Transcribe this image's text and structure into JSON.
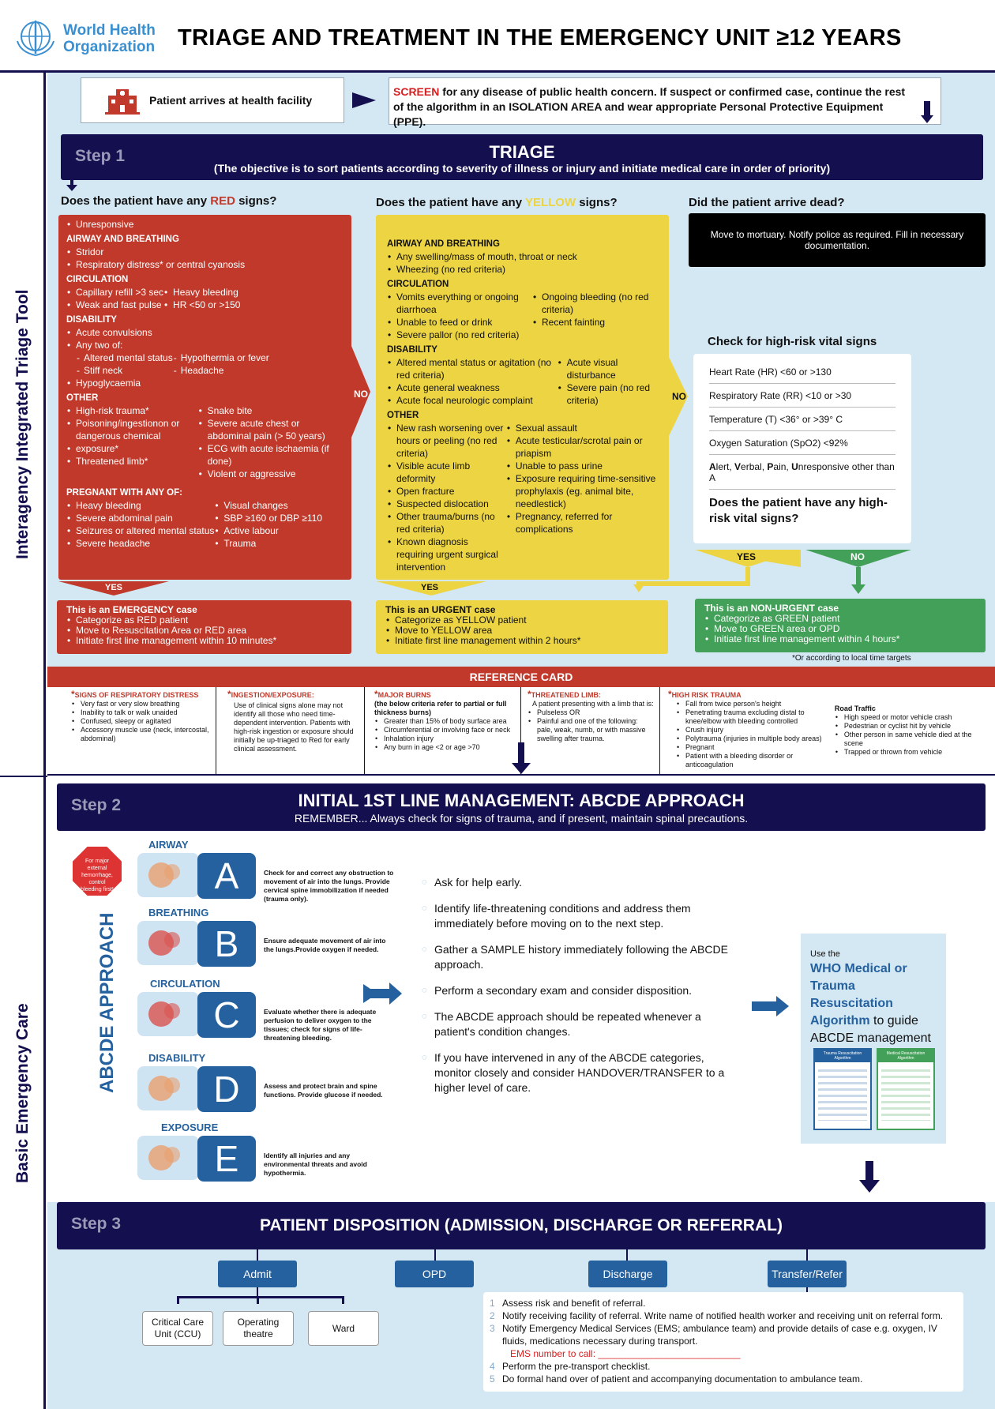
{
  "header": {
    "org_name_line1": "World Health",
    "org_name_line2": "Organization",
    "title": "TRIAGE AND TREATMENT IN THE EMERGENCY UNIT  ≥12 YEARS"
  },
  "rail": {
    "top": "Interagency Integrated Triage Tool",
    "bottom": "Basic  Emergency Care"
  },
  "arrival": {
    "text": "Patient arrives at health facility",
    "screen_word": "SCREEN",
    "screen_text": " for any disease of public health concern. If suspect or confirmed case, continue the rest of the algorithm in an ISOLATION AREA and wear appropriate Personal Protective Equipment (PPE)."
  },
  "step1": {
    "label": "Step 1",
    "title": "TRIAGE",
    "subtitle": "(The objective is to sort patients according to severity of illness or injury and initiate medical care in order of priority)"
  },
  "red": {
    "q_pre": "Does the patient have any ",
    "q_word": "RED",
    "q_post": " signs?",
    "top": [
      "Unresponsive"
    ],
    "airway_h": "AIRWAY AND BREATHING",
    "airway": [
      "Stridor",
      "Respiratory distress* or central cyanosis"
    ],
    "circ_h": "CIRCULATION",
    "circ_l": [
      "Capillary refill >3 sec",
      "Weak and fast pulse"
    ],
    "circ_r": [
      "Heavy bleeding",
      "HR <50 or >150"
    ],
    "dis_h": "DISABILITY",
    "dis": [
      "Acute convulsions",
      "Any two of:"
    ],
    "dis_sub_l": [
      "Altered mental status",
      "Stiff neck"
    ],
    "dis_sub_r": [
      "Hypothermia or fever",
      "Headache"
    ],
    "dis_end": [
      "Hypoglycaemia"
    ],
    "other_h": "OTHER",
    "other_l": [
      "High-risk trauma*",
      "Poisoning/ingestionon or dangerous chemical",
      "exposure*",
      "Threatened limb*"
    ],
    "other_r": [
      "Snake bite",
      "Severe acute chest or abdominal pain (> 50 years)",
      "ECG with acute ischaemia (if done)",
      "Violent or aggressive"
    ],
    "preg_h": "PREGNANT WITH ANY OF:",
    "preg_l": [
      "Heavy bleeding",
      "Severe abdominal pain",
      "Seizures or altered mental status",
      "Severe headache"
    ],
    "preg_r": [
      "Visual changes",
      "SBP ≥160 or DBP ≥110",
      "Active labour",
      "Trauma"
    ]
  },
  "yellow": {
    "q_pre": "Does the patient have any ",
    "q_word": "YELLOW",
    "q_post": " signs?",
    "airway_h": "AIRWAY AND BREATHING",
    "airway": [
      "Any swelling/mass of mouth, throat or neck",
      "Wheezing (no red criteria)"
    ],
    "circ_h": "CIRCULATION",
    "circ_l": [
      "Vomits everything or ongoing diarrhoea",
      "Unable to feed or drink",
      "Severe pallor (no red criteria)"
    ],
    "circ_r": [
      "Ongoing bleeding (no red criteria)",
      "Recent fainting"
    ],
    "dis_h": "DISABILITY",
    "dis_l": [
      "Altered mental status or agitation (no red criteria)",
      "Acute general weakness",
      "Acute focal neurologic complaint"
    ],
    "dis_r": [
      "Acute visual disturbance",
      "Severe pain (no red criteria)"
    ],
    "other_h": "OTHER",
    "other_l": [
      "New rash worsening over hours or peeling (no red criteria)",
      "Visible acute limb deformity",
      "Open fracture",
      "Suspected dislocation",
      "Other trauma/burns (no red criteria)",
      "Known diagnosis requiring urgent surgical intervention"
    ],
    "other_r": [
      "Sexual assault",
      "Acute testicular/scrotal pain or priapism",
      "Unable to pass urine",
      "Exposure requiring time-sensitive prophylaxis (eg. animal bite, needlestick)",
      "Pregnancy, referred for complications"
    ]
  },
  "dead": {
    "q": "Did the patient arrive dead?",
    "text": "Move to mortuary. Notify police as required. Fill in necessary documentation."
  },
  "vitals": {
    "title": "Check for high-risk vital signs",
    "items": [
      "Heart Rate (HR) <60 or >130",
      "Respiratory Rate (RR) <10 or >30",
      "Temperature (T) <36° or >39° C",
      "Oxygen Saturation (SpO2) <92%",
      "Alert, Verbal, Pain, Unresponsive other than A"
    ],
    "question": "Does the patient have any high-risk vital signs?",
    "yes": "YES",
    "no": "NO"
  },
  "flow": {
    "no": "NO",
    "yes": "YES"
  },
  "cases": {
    "emergency": {
      "title": "This is an EMERGENCY case",
      "items": [
        "Categorize as RED patient",
        "Move to Resuscitation Area or RED area",
        "Initiate first line management within 10 minutes*"
      ]
    },
    "urgent": {
      "title": "This is an URGENT case",
      "items": [
        "Categorize as YELLOW patient",
        "Move to YELLOW area",
        "Initiate first line management within 2 hours*"
      ]
    },
    "nonurgent": {
      "title": "This is an NON-URGENT case",
      "items": [
        "Categorize as GREEN patient",
        "Move to GREEN area or OPD",
        "Initiate first line management within 4 hours*"
      ]
    },
    "footnote": "*Or according to local time targets"
  },
  "reference": {
    "title": "REFERENCE CARD",
    "resp": {
      "title": "SIGNS OF RESPIRATORY DISTRESS",
      "items": [
        "Very fast or very slow breathing",
        "Inability to talk or walk unaided",
        "Confused, sleepy or agitated",
        "Accessory muscle use (neck, intercostal, abdominal)"
      ]
    },
    "ingest": {
      "title": "INGESTION/EXPOSURE:",
      "text": "Use of clinical signs alone may not identify all those who need time-dependent intervention. Patients with high-risk ingestion or exposure should initially be up-triaged to Red for early clinical assessment."
    },
    "burns": {
      "title": "MAJOR BURNS",
      "sub": "(the below criteria refer to partial or full thickness burns)",
      "items": [
        "Greater than 15% of body surface area",
        "Circumferential or involving face or neck",
        "Inhalation injury",
        "Any burn in age <2 or age >70"
      ]
    },
    "limb": {
      "title": "THREATENED LIMB:",
      "sub": "A patient presenting with a limb that is:",
      "items": [
        "Pulseless OR",
        "Painful and one of the following: pale, weak, numb, or with massive swelling after trauma."
      ]
    },
    "trauma": {
      "title": "HIGH RISK TRAUMA",
      "items": [
        "Fall from twice person's height",
        "Penetrating trauma excluding distal to knee/elbow with bleeding  controlled",
        "Crush injury",
        "Polytrauma (injuries in multiple body areas)",
        "Pregnant",
        "Patient with a bleeding disorder or anticoagulation"
      ],
      "road_h": "Road Traffic",
      "road": [
        "High speed or motor vehicle crash",
        "Pedestrian or cyclist hit by vehicle",
        "Other person in same vehicle died at the scene",
        "Trapped or thrown from vehicle"
      ]
    }
  },
  "step2": {
    "label": "Step 2",
    "title": "INITIAL 1ST LINE MANAGEMENT: ABCDE APPROACH",
    "subtitle": "REMEMBER... Always check for signs of trauma, and if present, maintain spinal precautions.",
    "vertical": "ABCDE APPROACH",
    "stop_sign": "For major external hemorrhage, control bleeding first!",
    "abcde": [
      {
        "name": "AIRWAY",
        "letter": "A",
        "desc": "Check for and correct any obstruction to movement of air into the lungs. Provide cervical spine immobilization if needed (trauma only)."
      },
      {
        "name": "BREATHING",
        "letter": "B",
        "desc": "Ensure adequate movement of air into the lungs.Provide oxygen if needed."
      },
      {
        "name": "CIRCULATION",
        "letter": "C",
        "desc": "Evaluate whether there is adequate perfusion to deliver oxygen to the tissues; check for signs of life-threatening bleeding."
      },
      {
        "name": "DISABILITY",
        "letter": "D",
        "desc": "Assess and protect brain and spine functions. Provide glucose if needed."
      },
      {
        "name": "EXPOSURE",
        "letter": "E",
        "desc": "Identify all injuries and any environmental threats and avoid hypothermia."
      }
    ],
    "points": [
      "Ask for help early.",
      "Identify life-threatening conditions and address them immediately before moving on to the next step.",
      "Gather a SAMPLE history immediately following the ABCDE approach.",
      "Perform a secondary exam and consider disposition.",
      "The ABCDE approach should be repeated whenever a patient's condition changes.",
      "If you have intervened in any of the ABCDE categories, monitor closely and consider HANDOVER/TRANSFER to a higher level of care."
    ],
    "use_pre": "Use the",
    "use_link": "WHO Medical or Trauma Resuscitation Algorithm",
    "use_post": " to guide ABCDE management",
    "thumb1": "Trauma Resuscitation Algorithm",
    "thumb2": "Medical Resuscitation Algorithm"
  },
  "step3": {
    "label": "Step 3",
    "title": "PATIENT DISPOSITION (ADMISSION, DISCHARGE OR REFERRAL)",
    "buttons": [
      "Admit",
      "OPD",
      "Discharge",
      "Transfer/Refer"
    ],
    "units": [
      "Critical Care Unit (CCU)",
      "Operating theatre",
      "Ward"
    ],
    "referral": [
      "Assess risk and benefit of referral.",
      "Notify receiving facility of referral. Write name of notified health worker and receiving unit on referral form.",
      "Notify Emergency Medical Services (EMS; ambulance team) and provide details of case e.g. oxygen, IV fluids, medications necessary during transport.",
      "Perform the pre-transport checklist.",
      "Do formal hand over of patient and accompanying documentation to ambulance team."
    ],
    "ems": "EMS number to call: ___________________________"
  },
  "colors": {
    "navy": "#140f4e",
    "red": "#c0392b",
    "yellow": "#ecd442",
    "green": "#43a058",
    "blue": "#25619e",
    "light_blue": "#d4e8f4"
  }
}
